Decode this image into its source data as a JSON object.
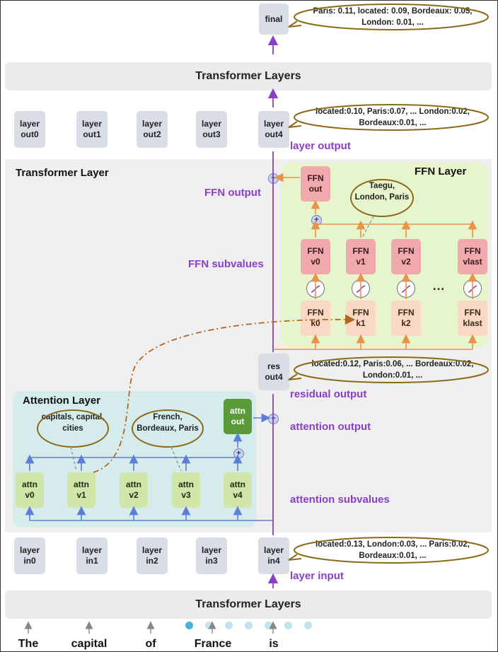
{
  "top_final": {
    "label": "final",
    "note": "Paris: 0.11, located: 0.09,\nBordeaux: 0.05, London: 0.01, ..."
  },
  "transformer_layers_label": "Transformer Layers",
  "layer_outs": [
    "layer\nout0",
    "layer\nout1",
    "layer\nout2",
    "layer\nout3",
    "layer\nout4"
  ],
  "layer_out_note": "located:0.10, Paris:0.07, ...\nLondon:0.02, Bordeaux:0.01, ...",
  "layer_output_label": "layer output",
  "transformer_layer_title": "Transformer Layer",
  "ffn": {
    "title": "FFN Layer",
    "out": "FFN\nout",
    "note": "Taegu,\nLondon,\nParis",
    "values": [
      "FFN\nv0",
      "FFN\nv1",
      "FFN\nv2",
      "FFN\nvlast"
    ],
    "keys": [
      "FFN\nk0",
      "FFN\nk1",
      "FFN\nk2",
      "FFN\nklast"
    ],
    "ellipsis": "…"
  },
  "ffn_output_label": "FFN output",
  "ffn_subvalues_label": "FFN subvalues",
  "res_out": {
    "label": "res\nout4",
    "note": "located:0.12, Paris:0.06, ...\nBordeaux:0.02, London:0.01, ..."
  },
  "residual_output_label": "residual output",
  "attention": {
    "title": "Attention Layer",
    "out": "attn\nout",
    "note1": "capitals,\ncapital,\ncities",
    "note2": "French,\nBordeaux,\nParis",
    "values": [
      "attn\nv0",
      "attn\nv1",
      "attn\nv2",
      "attn\nv3",
      "attn\nv4"
    ]
  },
  "attention_output_label": "attention output",
  "attention_subvalues_label": "attention subvalues",
  "layer_ins": [
    "layer\nin0",
    "layer\nin1",
    "layer\nin2",
    "layer\nin3",
    "layer\nin4"
  ],
  "layer_in_note": "located:0.13, London:0.03, ...\nParis:0.02, Bordeaux:0.01, ...",
  "layer_input_label": "layer input",
  "tokens": [
    "The",
    "capital",
    "of",
    "France",
    "is"
  ],
  "colors": {
    "purple": "#8a3fc4",
    "orange": "#e8924a",
    "blue": "#5b7fd6",
    "olive": "#8a6a1a"
  }
}
